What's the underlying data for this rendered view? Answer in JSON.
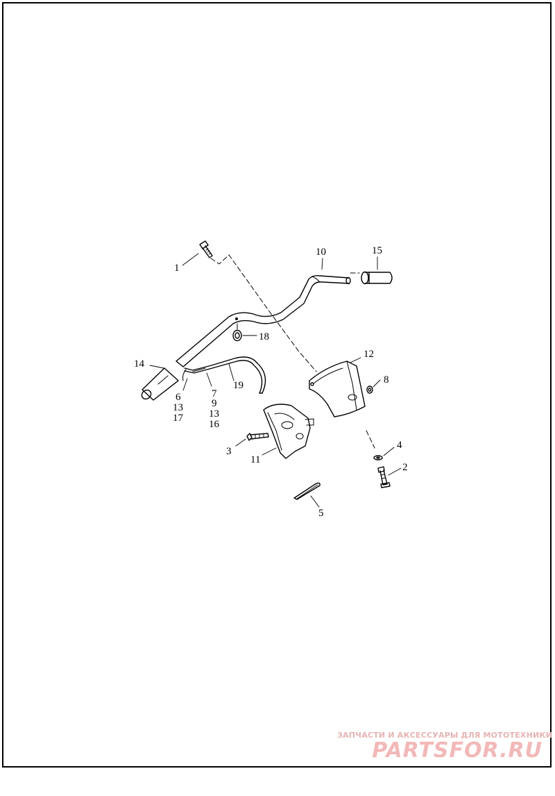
{
  "diagram": {
    "callouts": {
      "c1": "1",
      "c2": "2",
      "c3": "3",
      "c4": "4",
      "c5": "5",
      "c6_stack": [
        "6",
        "13",
        "17"
      ],
      "c7_stack": [
        "7",
        "9",
        "13",
        "16"
      ],
      "c8": "8",
      "c10": "10",
      "c11": "11",
      "c12": "12",
      "c14": "14",
      "c15": "15",
      "c18": "18",
      "c19": "19"
    }
  },
  "watermark": {
    "tagline": "ЗАПЧАСТИ И АКСЕССУАРЫ ДЛЯ МОТОТЕХНИКИ",
    "logo": "PARTSFOR.RU",
    "color": "#f2b8b8"
  }
}
